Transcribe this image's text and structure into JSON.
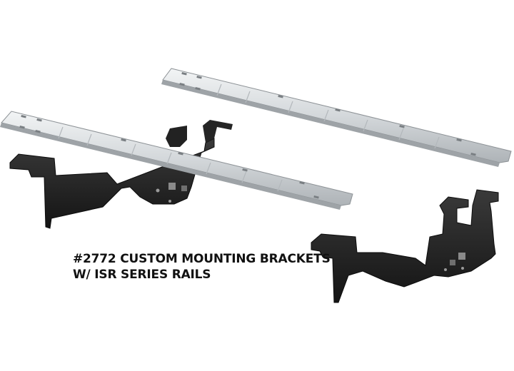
{
  "product": {
    "caption_line1": "#2772 CUSTOM MOUNTING BRACKETS",
    "caption_line2": "W/ ISR SERIES RAILS"
  },
  "illustration": {
    "rail_count": 2,
    "bracket_count": 2,
    "rail_color": "#d9dde0",
    "bracket_color": "#1e1e1e",
    "background": "#ffffff"
  }
}
